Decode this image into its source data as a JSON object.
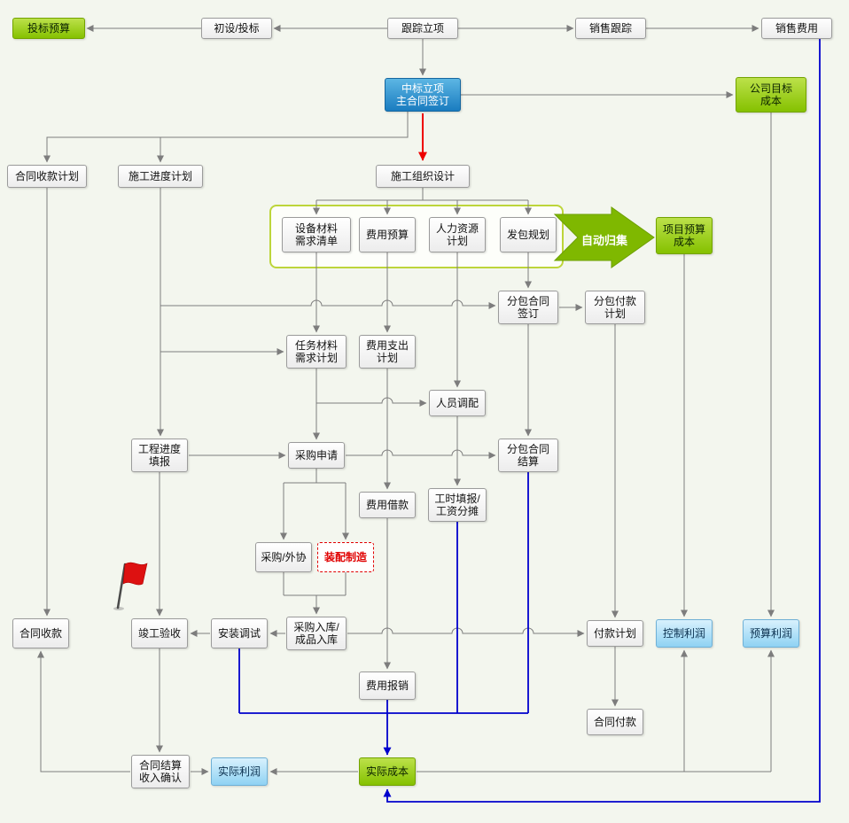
{
  "page": {
    "background": "#f3f6ee"
  },
  "colors": {
    "line_gray": "#7d7d7d",
    "line_blue": "#0000cc",
    "line_red": "#ee0000",
    "node_green": "#8cc400",
    "node_blue": "#1a7cc0",
    "node_lightblue": "#8fd2f3",
    "group_border": "#bdd53a",
    "big_arrow_green": "#7fb800"
  },
  "icons": {
    "red_flag": "red-flag-marker",
    "auto_collect_arrow": "big-green-right-arrow"
  },
  "nodes": {
    "tender_budget": {
      "label": "投标预算"
    },
    "initial_bid": {
      "label": "初设/投标"
    },
    "tracking_project": {
      "label": "跟踪立项"
    },
    "sales_tracking": {
      "label": "销售跟踪"
    },
    "sales_expense": {
      "label": "销售费用"
    },
    "win_bid": {
      "label": "中标立项\n主合同签订"
    },
    "company_target_cost": {
      "label": "公司目标\n成本"
    },
    "contract_receipt_plan": {
      "label": "合同收款计划"
    },
    "construction_schedule_plan": {
      "label": "施工进度计划"
    },
    "construction_org_design": {
      "label": "施工组织设计"
    },
    "equipment_material_list": {
      "label": "设备材料\n需求清单"
    },
    "fee_budget": {
      "label": "费用预算"
    },
    "hr_plan": {
      "label": "人力资源\n计划"
    },
    "outsourcing_plan": {
      "label": "发包规划"
    },
    "auto_collect": {
      "label": "自动归集"
    },
    "project_budget_cost": {
      "label": "项目预算\n成本"
    },
    "subcontract_sign": {
      "label": "分包合同\n签订"
    },
    "subcontract_payment_plan": {
      "label": "分包付款\n计划"
    },
    "task_material_plan": {
      "label": "任务材料\n需求计划"
    },
    "fee_expense_plan": {
      "label": "费用支出\n计划"
    },
    "personnel_deploy": {
      "label": "人员调配"
    },
    "progress_report": {
      "label": "工程进度\n填报"
    },
    "purchase_request": {
      "label": "采购申请"
    },
    "subcontract_settle": {
      "label": "分包合同\n结算"
    },
    "fee_loan": {
      "label": "费用借款"
    },
    "time_report": {
      "label": "工时填报/\n工资分摊"
    },
    "purchase_outsource": {
      "label": "采购/外协"
    },
    "assembly_manufacture": {
      "label": "装配制造"
    },
    "contract_receipt": {
      "label": "合同收款"
    },
    "completion_accept": {
      "label": "竣工验收"
    },
    "install_debug": {
      "label": "安装调试"
    },
    "purchase_inbound": {
      "label": "采购入库/\n成品入库"
    },
    "payment_plan": {
      "label": "付款计划"
    },
    "control_profit": {
      "label": "控制利润"
    },
    "budget_profit": {
      "label": "预算利润"
    },
    "fee_reimburse": {
      "label": "费用报销"
    },
    "contract_payment": {
      "label": "合同付款"
    },
    "contract_settle_income": {
      "label": "合同结算\n收入确认"
    },
    "actual_profit": {
      "label": "实际利润"
    },
    "actual_cost": {
      "label": "实际成本"
    }
  },
  "edges": [
    {
      "from": "跟踪立项",
      "to": "初设/投标",
      "color": "gray"
    },
    {
      "from": "初设/投标",
      "to": "投标预算",
      "color": "gray"
    },
    {
      "from": "跟踪立项",
      "to": "销售跟踪",
      "color": "gray"
    },
    {
      "from": "销售跟踪",
      "to": "销售费用",
      "color": "gray"
    },
    {
      "from": "跟踪立项",
      "to": "中标立项主合同签订",
      "color": "gray"
    },
    {
      "from": "中标立项主合同签订",
      "to": "公司目标成本",
      "color": "gray"
    },
    {
      "from": "中标立项主合同签订",
      "to": "施工组织设计",
      "color": "red"
    },
    {
      "from": "中标立项主合同签订",
      "to": "合同收款计划",
      "color": "gray"
    },
    {
      "from": "中标立项主合同签订",
      "to": "施工进度计划",
      "color": "gray"
    },
    {
      "from": "施工组织设计",
      "to": "设备材料需求清单",
      "color": "gray"
    },
    {
      "from": "施工组织设计",
      "to": "费用预算",
      "color": "gray"
    },
    {
      "from": "施工组织设计",
      "to": "人力资源计划",
      "color": "gray"
    },
    {
      "from": "施工组织设计",
      "to": "发包规划",
      "color": "gray"
    },
    {
      "from": "设备材料需求清单+费用预算+人力资源计划+发包规划",
      "to": "项目预算成本",
      "via": "自动归集",
      "color": "green"
    },
    {
      "from": "设备材料需求清单",
      "to": "任务材料需求计划",
      "color": "gray"
    },
    {
      "from": "费用预算",
      "to": "费用支出计划",
      "color": "gray"
    },
    {
      "from": "人力资源计划",
      "to": "人员调配",
      "color": "gray"
    },
    {
      "from": "发包规划",
      "to": "分包合同签订",
      "color": "gray"
    },
    {
      "from": "施工进度计划",
      "to": "分包合同签订",
      "color": "gray"
    },
    {
      "from": "施工进度计划",
      "to": "任务材料需求计划",
      "color": "gray"
    },
    {
      "from": "施工进度计划",
      "to": "工程进度填报",
      "color": "gray"
    },
    {
      "from": "合同收款计划",
      "to": "合同收款",
      "color": "gray"
    },
    {
      "from": "分包合同签订",
      "to": "分包付款计划",
      "color": "gray"
    },
    {
      "from": "分包合同签订",
      "to": "分包合同结算",
      "color": "gray"
    },
    {
      "from": "任务材料需求计划",
      "to": "采购申请",
      "color": "gray"
    },
    {
      "from": "任务材料需求计划",
      "to": "人员调配",
      "color": "gray"
    },
    {
      "from": "费用支出计划",
      "to": "费用借款",
      "color": "gray"
    },
    {
      "from": "工程进度填报",
      "to": "采购申请",
      "color": "gray"
    },
    {
      "from": "采购申请",
      "to": "分包合同结算",
      "color": "gray"
    },
    {
      "from": "人员调配",
      "to": "工时填报/工资分摊",
      "color": "gray"
    },
    {
      "from": "采购申请",
      "to": "采购/外协",
      "color": "gray"
    },
    {
      "from": "采购申请",
      "to": "装配制造",
      "color": "gray"
    },
    {
      "from": "采购/外协",
      "to": "采购入库/成品入库",
      "color": "gray"
    },
    {
      "from": "装配制造",
      "to": "采购入库/成品入库",
      "color": "gray"
    },
    {
      "from": "费用借款",
      "to": "费用报销",
      "color": "gray"
    },
    {
      "from": "采购入库/成品入库",
      "to": "付款计划",
      "color": "gray"
    },
    {
      "from": "采购入库/成品入库",
      "to": "安装调试",
      "color": "gray"
    },
    {
      "from": "安装调试",
      "to": "竣工验收",
      "color": "gray"
    },
    {
      "from": "工程进度填报",
      "to": "竣工验收",
      "color": "gray"
    },
    {
      "from": "分包付款计划",
      "to": "付款计划",
      "color": "gray"
    },
    {
      "from": "付款计划",
      "to": "合同付款",
      "color": "gray"
    },
    {
      "from": "项目预算成本",
      "to": "控制利润",
      "color": "gray"
    },
    {
      "from": "公司目标成本",
      "to": "预算利润",
      "color": "gray"
    },
    {
      "from": "竣工验收",
      "to": "合同结算收入确认",
      "color": "gray"
    },
    {
      "from": "合同结算收入确认",
      "to": "实际利润",
      "color": "gray"
    },
    {
      "from": "合同结算收入确认",
      "to": "合同收款",
      "color": "gray"
    },
    {
      "from": "实际成本",
      "to": "实际利润",
      "color": "gray"
    },
    {
      "from": "实际成本",
      "to": "控制利润",
      "color": "gray"
    },
    {
      "from": "实际成本",
      "to": "预算利润",
      "color": "gray"
    },
    {
      "from": "安装调试",
      "to": "实际成本",
      "color": "blue"
    },
    {
      "from": "工时填报/工资分摊",
      "to": "实际成本",
      "color": "blue"
    },
    {
      "from": "分包合同结算",
      "to": "实际成本",
      "color": "blue"
    },
    {
      "from": "费用报销",
      "to": "实际成本",
      "color": "blue"
    },
    {
      "from": "销售费用",
      "to": "实际成本",
      "color": "blue"
    }
  ]
}
